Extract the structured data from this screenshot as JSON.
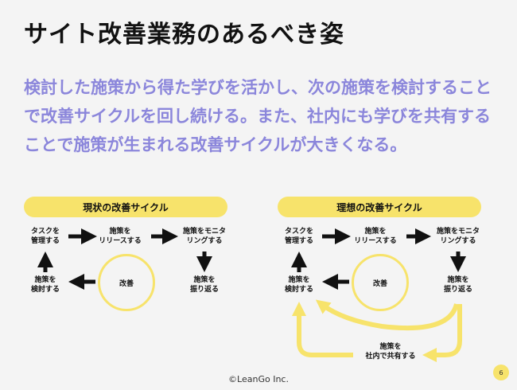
{
  "title": "サイト改善業務のあるべき姿",
  "lead": "検討した施策から得た学びを活かし、次の施策を検討することで改善サイクルを回し続ける。また、社内にも学びを共有することで施策が生まれる改善サイクルが大きくなる。",
  "current": {
    "label": "現状の改善サイクル",
    "manage": [
      "タスクを",
      "管理する"
    ],
    "release": [
      "施策を",
      "リリースする"
    ],
    "monitor": [
      "施策をモニタ",
      "リングする"
    ],
    "reflect": [
      "施策を",
      "振り返る"
    ],
    "consider": [
      "施策を",
      "検討する"
    ],
    "center": "改善"
  },
  "ideal": {
    "label": "理想の改善サイクル",
    "manage": [
      "タスクを",
      "管理する"
    ],
    "release": [
      "施策を",
      "リリースする"
    ],
    "monitor": [
      "施策をモニタ",
      "リングする"
    ],
    "reflect": [
      "施策を",
      "振り返る"
    ],
    "consider": [
      "施策を",
      "検討する"
    ],
    "share": [
      "施策を",
      "社内で共有する"
    ],
    "center": "改善"
  },
  "footer": "©LeanGo Inc.",
  "page_number": "6",
  "colors": {
    "accent_yellow": "#f7e36b",
    "lead_purple": "#8b86db"
  }
}
